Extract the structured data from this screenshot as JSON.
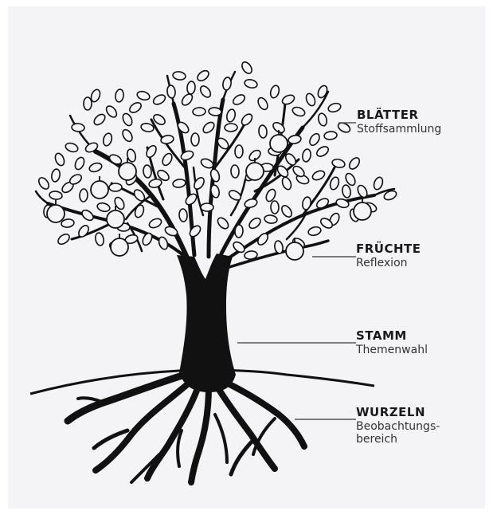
{
  "labels": {
    "leaves": {
      "title": "BLÄTTER",
      "subtitle": "Stoffsammlung"
    },
    "fruits": {
      "title": "FRÜCHTE",
      "subtitle": "Reflexion"
    },
    "trunk": {
      "title": "STAMM",
      "subtitle": "Themenwahl"
    },
    "roots": {
      "title": "WURZELN",
      "subtitle": "Beobachtungs-",
      "subtitle_line2": "bereich"
    }
  },
  "colors": {
    "ink": "#111111",
    "paper": "#f4f4f6"
  }
}
